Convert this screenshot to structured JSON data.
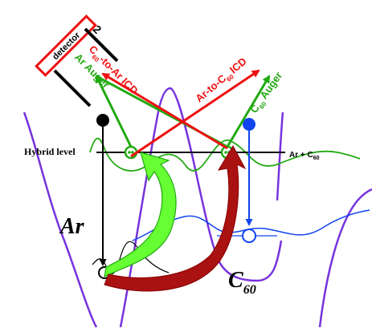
{
  "labels": {
    "detector": "detector",
    "detector_number": "2",
    "hybrid_level": "Hybrid level",
    "ar_plus": "Ar + C",
    "ar_plus_sub": "60",
    "ar": "Ar",
    "c60_main": "C",
    "c60_sub": "60",
    "ar_auger": "Ar Auger",
    "c60_auger_c": "C",
    "c60_auger_sub": "60",
    "c60_auger_rest": " Auger",
    "c60_to_ar_c": "C",
    "c60_to_ar_sub": "60",
    "c60_to_ar_rest": "-to-Ar ICD",
    "ar_to_c60_main": "Ar-to-C",
    "ar_to_c60_sub": "60",
    "ar_to_c60_rest": "ICD"
  },
  "colors": {
    "red": "#ee1111",
    "green": "#22aa11",
    "purple": "#7733dd",
    "blue": "#1144ee",
    "black": "#000000",
    "dark_red": "#aa1111",
    "light_green": "#66ff33"
  }
}
